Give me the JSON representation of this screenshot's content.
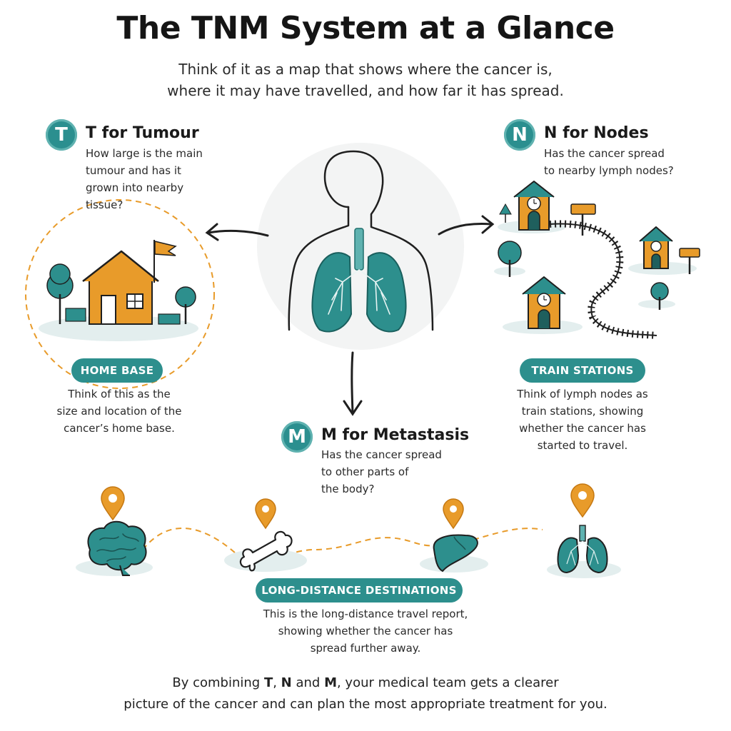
{
  "title": "The TNM System at a Glance",
  "subtitle": {
    "line1": "Think of it as a map that shows where the cancer is,",
    "line2": "where it may have travelled, and how far it has spread."
  },
  "t": {
    "letter": "T",
    "heading": "T for Tumour",
    "question": [
      "How large is the main",
      "tumour and has it",
      "grown into nearby",
      "tissue?"
    ],
    "pill": "HOME BASE",
    "description": [
      "Think of this as the",
      "size and location of the",
      "cancer’s home base."
    ]
  },
  "n": {
    "letter": "N",
    "heading": "N for Nodes",
    "question": [
      "Has the cancer spread",
      "to nearby lymph nodes?"
    ],
    "pill": "TRAIN STATIONS",
    "description": [
      "Think of lymph nodes as",
      "train stations, showing",
      "whether the cancer has",
      "started to travel."
    ]
  },
  "m": {
    "letter": "M",
    "heading": "M for Metastasis",
    "question": [
      "Has the cancer spread",
      "to other parts of",
      "the body?"
    ],
    "pill": "LONG-DISTANCE DESTINATIONS",
    "description": [
      "This is the long-distance travel report,",
      "showing whether the cancer has",
      "spread further away."
    ]
  },
  "destinations": [
    "brain-icon",
    "bone-icon",
    "liver-icon",
    "lungs-icon"
  ],
  "footer": {
    "pre": "By combining ",
    "t": "T",
    "sep1": ", ",
    "n": "N",
    "sep2": " and ",
    "m": "M",
    "post": ", your medical team gets a clearer",
    "line2": "picture of the cancer and can plan the most appropriate treatment for you."
  },
  "colors": {
    "teal": "#2d8f8d",
    "orange": "#e89b2a",
    "ink": "#1f1f1f"
  }
}
